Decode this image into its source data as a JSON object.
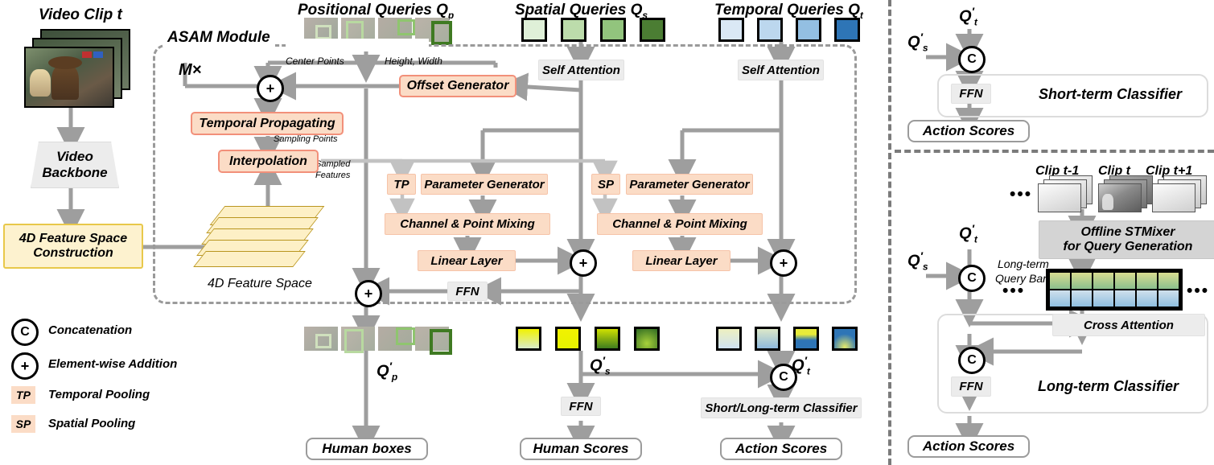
{
  "title": "ASAM Module architecture diagram",
  "left_panel": {
    "video_clip_label": "Video Clip  t",
    "backbone": {
      "line1": "Video",
      "line2": "Backbone"
    },
    "feature_construction": {
      "line1": "4D Feature Space",
      "line2": "Construction"
    }
  },
  "legend": {
    "items": [
      {
        "icon": "concatenation-icon",
        "glyph": "C",
        "label": "Concatenation"
      },
      {
        "icon": "addition-icon",
        "glyph": "+",
        "label": "Element-wise Addition"
      },
      {
        "icon": "temporal-pooling-tag",
        "glyph": "TP",
        "label": "Temporal Pooling"
      },
      {
        "icon": "spatial-pooling-tag",
        "glyph": "SP",
        "label": "Spatial Pooling"
      }
    ]
  },
  "asam": {
    "module_label": "ASAM Module",
    "repeat_label": "M×",
    "feature_space_caption": "4D Feature Space",
    "edge_labels": {
      "center_points": "Center Points",
      "height_width": "Height, Width",
      "sampling_points": "Sampling Points",
      "sampled_features_l1": "Sampled",
      "sampled_features_l2": "Features"
    },
    "blocks": {
      "offset_generator": "Offset Generator",
      "temporal_propagating": "Temporal Propagating",
      "interpolation": "Interpolation",
      "self_attention_s": "Self Attention",
      "self_attention_t": "Self Attention",
      "tp": "TP",
      "sp": "SP",
      "param_gen_s": "Parameter Generator",
      "param_gen_t": "Parameter Generator",
      "mixing_s": "Channel & Point Mixing",
      "mixing_t": "Channel & Point Mixing",
      "linear_s": "Linear Layer",
      "linear_t": "Linear Layer",
      "ffn": "FFN"
    }
  },
  "queries": {
    "positional": {
      "label": "Positional Queries ",
      "symbol": "Q",
      "sub": "p"
    },
    "spatial": {
      "label": "Spatial Queries ",
      "symbol": "Q",
      "sub": "s"
    },
    "temporal": {
      "label": "Temporal Queries ",
      "symbol": "Q",
      "sub": "t"
    },
    "spatial_colors": [
      "#dff0d8",
      "#bcdcab",
      "#92c47d",
      "#4b7d33"
    ],
    "temporal_colors": [
      "#dae8f5",
      "#bcd7ee",
      "#93bfe2",
      "#2e75b6"
    ],
    "out_spatial_colors": [
      [
        "#f2f200",
        "#d9ecc9"
      ],
      [
        "#f2f200",
        "#e6f200"
      ],
      [
        "#cfe000",
        "#3f7d1f"
      ],
      [
        "#2f6b22",
        "#a8d13a"
      ]
    ],
    "out_temporal_colors": [
      [
        "#eef0c0",
        "#cfe2f2"
      ],
      [
        "#dce8c8",
        "#8fb9dd"
      ],
      [
        "#e8ec3a",
        "#2e75b6"
      ],
      [
        "#2e75b6",
        "#d8e06a"
      ]
    ]
  },
  "outputs": {
    "qp_prime": {
      "symbol": "Q",
      "sub": "p"
    },
    "qs_prime": {
      "symbol": "Q",
      "sub": "s"
    },
    "qt_prime": {
      "symbol": "Q",
      "sub": "t"
    },
    "ffn": "FFN",
    "short_long_classifier": "Short/Long-term Classifier",
    "human_boxes": "Human boxes",
    "human_scores": "Human Scores",
    "action_scores": "Action Scores"
  },
  "short_term": {
    "qt_prime": {
      "symbol": "Q",
      "sub": "t"
    },
    "qs_prime": {
      "symbol": "Q",
      "sub": "s"
    },
    "concat_glyph": "C",
    "ffn": "FFN",
    "title": "Short-term Classifier",
    "action_scores": "Action Scores"
  },
  "long_term": {
    "qt_prime": {
      "symbol": "Q",
      "sub": "t"
    },
    "qs_prime": {
      "symbol": "Q",
      "sub": "s"
    },
    "clip_labels": [
      "Clip t-1",
      "Clip t",
      "Clip t+1"
    ],
    "ellipsis": "•••",
    "stmixer": {
      "line1": "Offline STMixer",
      "line2": "for Query Generation"
    },
    "bank_label": {
      "line1": "Long-term",
      "line2": "Query Bank"
    },
    "bank_top_colors": [
      "#cfd98a",
      "#cfd98a",
      "#cfd98a",
      "#cfd98a",
      "#cfd98a",
      "#cfd98a"
    ],
    "bank_bottom_colors": [
      "#a8cde8",
      "#a8cde8",
      "#a8cde8",
      "#a8cde8",
      "#a8cde8",
      "#a8cde8"
    ],
    "cross_attention": "Cross Attention",
    "concat_glyph": "C",
    "ffn": "FFN",
    "title": "Long-term Classifier",
    "action_scores": "Action Scores"
  },
  "colors": {
    "arrow": "#9e9e9e",
    "arrow_light": "#c9c9c9",
    "orange_fill": "#fbdcc6",
    "orange_border": "#f2907a",
    "grey_fill": "#ececec",
    "yellow_fill": "#fdf2cf",
    "yellow_border": "#e8c84a",
    "dash": "#9a9a9a"
  }
}
